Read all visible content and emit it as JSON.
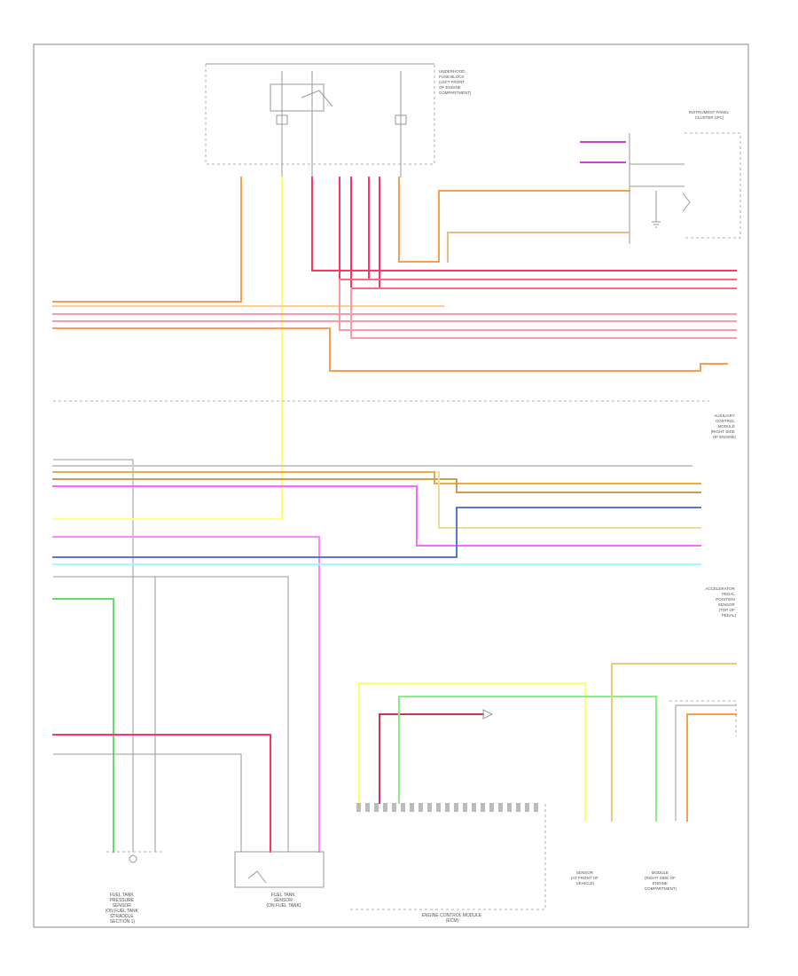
{
  "diagram": {
    "page_marker": "",
    "components": {
      "fuel_tank_sensor_1": [
        "FUEL TANK",
        "PRESSURE",
        "SENSOR",
        "(ON FUEL TANK",
        "STRADDLE",
        "SECTION 1)"
      ],
      "fuel_tank_sensor_2": [
        "FUEL TANK",
        "SENSOR",
        "(ON FUEL TANK)"
      ],
      "ecm": [
        "ENGINE CONTROL MODULE",
        "(ECM)"
      ],
      "ambient_sensor": [
        "SENSOR",
        "(AT FRONT OF",
        "VEHICLE)"
      ],
      "evap_module": [
        "MODULE",
        "(RIGHT SIDE OF",
        "ENGINE",
        "COMPARTMENT)"
      ],
      "instrument_cluster": [
        "INSTRUMENT PANEL",
        "CLUSTER (IPC)"
      ],
      "underhood_fuse_block": [
        "UNDERHOOD",
        "FUSE BLOCK",
        "(LEFT FRONT",
        "OF ENGINE",
        "COMPARTMENT)"
      ],
      "right_side_module": [
        "AUXILIARY",
        "CONTROL",
        "MODULE",
        "(RIGHT SIDE",
        "OF ENGINE)"
      ],
      "lower_right_module": [
        "ACCELERATOR",
        "PEDAL",
        "POSITION",
        "SENSOR",
        "(TOP OF",
        "PEDAL)"
      ]
    }
  }
}
